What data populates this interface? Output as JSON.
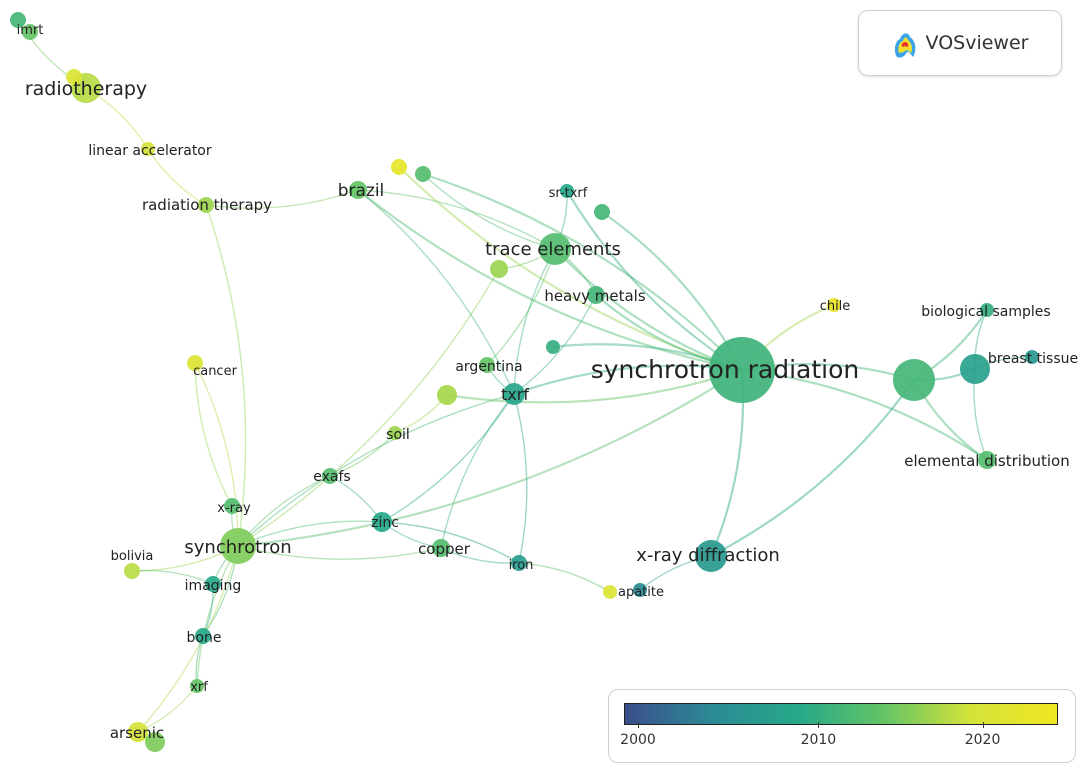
{
  "logo": {
    "text": "VOSviewer",
    "icon": "vosviewer-heatmap-icon"
  },
  "legend": {
    "colors": [
      "#3b4e8c",
      "#2c8a95",
      "#26a889",
      "#64c466",
      "#d4e33a",
      "#f0e621"
    ],
    "ticks": [
      "2000",
      "2010",
      "2020"
    ],
    "tick_values": [
      0.0,
      0.45,
      0.83
    ]
  },
  "nodes": [
    {
      "id": "imrt",
      "label": "imrt",
      "weight": 8,
      "year": 0.5
    },
    {
      "id": "imrt2",
      "label": "",
      "weight": 8,
      "year": 0.6
    },
    {
      "id": "radiotherapy",
      "label": "radiotherapy",
      "weight": 15,
      "year": 0.75
    },
    {
      "id": "radiotherapy2",
      "label": "",
      "weight": 8,
      "year": 0.85
    },
    {
      "id": "linear_accelerator",
      "label": "linear accelerator",
      "weight": 7,
      "year": 0.8
    },
    {
      "id": "radiation_therapy",
      "label": "radiation therapy",
      "weight": 8,
      "year": 0.7
    },
    {
      "id": "brazil",
      "label": "brazil",
      "weight": 9,
      "year": 0.6
    },
    {
      "id": "n_yellow1",
      "label": "",
      "weight": 8,
      "year": 0.92
    },
    {
      "id": "n_teal1",
      "label": "",
      "weight": 8,
      "year": 0.55
    },
    {
      "id": "sr_txrf",
      "label": "sr-txrf",
      "weight": 7,
      "year": 0.4
    },
    {
      "id": "n_teal2",
      "label": "",
      "weight": 8,
      "year": 0.5
    },
    {
      "id": "trace_elements",
      "label": "trace elements",
      "weight": 16,
      "year": 0.55
    },
    {
      "id": "n_green1",
      "label": "",
      "weight": 9,
      "year": 0.7
    },
    {
      "id": "heavy_metals",
      "label": "heavy metals",
      "weight": 9,
      "year": 0.5
    },
    {
      "id": "chile",
      "label": "chile",
      "weight": 7,
      "year": 0.95
    },
    {
      "id": "biological_samples",
      "label": "biological samples",
      "weight": 7,
      "year": 0.45
    },
    {
      "id": "n_teal3",
      "label": "",
      "weight": 7,
      "year": 0.45
    },
    {
      "id": "synchrotron_radiation",
      "label": "synchrotron radiation",
      "weight": 33,
      "year": 0.48
    },
    {
      "id": "sr_big2",
      "label": "",
      "weight": 21,
      "year": 0.5
    },
    {
      "id": "breast_tissue_big",
      "label": "",
      "weight": 15,
      "year": 0.35
    },
    {
      "id": "breast_tissue",
      "label": "breast tissue",
      "weight": 7,
      "year": 0.3
    },
    {
      "id": "argentina",
      "label": "argentina",
      "weight": 8,
      "year": 0.6
    },
    {
      "id": "txrf",
      "label": "txrf",
      "weight": 11,
      "year": 0.38
    },
    {
      "id": "n_green2",
      "label": "",
      "weight": 10,
      "year": 0.72
    },
    {
      "id": "cancer",
      "label": "cancer",
      "weight": 8,
      "year": 0.85
    },
    {
      "id": "soil",
      "label": "soil",
      "weight": 7,
      "year": 0.7
    },
    {
      "id": "exafs",
      "label": "exafs",
      "weight": 8,
      "year": 0.55
    },
    {
      "id": "elemental_distribution",
      "label": "elemental distribution",
      "weight": 9,
      "year": 0.55
    },
    {
      "id": "xray",
      "label": "x-ray",
      "weight": 8,
      "year": 0.55
    },
    {
      "id": "synchrotron",
      "label": "synchrotron",
      "weight": 18,
      "year": 0.65
    },
    {
      "id": "zinc",
      "label": "zinc",
      "weight": 10,
      "year": 0.4
    },
    {
      "id": "copper",
      "label": "copper",
      "weight": 9,
      "year": 0.55
    },
    {
      "id": "iron",
      "label": "iron",
      "weight": 8,
      "year": 0.32
    },
    {
      "id": "xray_diffraction",
      "label": "x-ray diffraction",
      "weight": 16,
      "year": 0.3
    },
    {
      "id": "bolivia",
      "label": "bolivia",
      "weight": 8,
      "year": 0.75
    },
    {
      "id": "imaging",
      "label": "imaging",
      "weight": 8,
      "year": 0.4
    },
    {
      "id": "apatite",
      "label": "apatite",
      "weight": 7,
      "year": 0.85
    },
    {
      "id": "apatite2",
      "label": "",
      "weight": 7,
      "year": 0.2
    },
    {
      "id": "bone",
      "label": "bone",
      "weight": 8,
      "year": 0.4
    },
    {
      "id": "xrf",
      "label": "xrf",
      "weight": 7,
      "year": 0.6
    },
    {
      "id": "arsenic",
      "label": "arsenic",
      "weight": 10,
      "year": 0.8
    },
    {
      "id": "arsenic2",
      "label": "",
      "weight": 10,
      "year": 0.65
    }
  ],
  "links": [
    [
      "imrt",
      "radiotherapy"
    ],
    [
      "radiotherapy",
      "linear_accelerator"
    ],
    [
      "linear_accelerator",
      "radiation_therapy"
    ],
    [
      "radiation_therapy",
      "synchrotron"
    ],
    [
      "radiation_therapy",
      "brazil"
    ],
    [
      "brazil",
      "trace_elements"
    ],
    [
      "brazil",
      "synchrotron_radiation"
    ],
    [
      "brazil",
      "txrf"
    ],
    [
      "n_yellow1",
      "synchrotron_radiation"
    ],
    [
      "n_teal1",
      "synchrotron_radiation"
    ],
    [
      "n_teal1",
      "trace_elements"
    ],
    [
      "sr_txrf",
      "trace_elements"
    ],
    [
      "sr_txrf",
      "synchrotron_radiation"
    ],
    [
      "n_teal2",
      "synchrotron_radiation"
    ],
    [
      "trace_elements",
      "synchrotron_radiation"
    ],
    [
      "trace_elements",
      "heavy_metals"
    ],
    [
      "trace_elements",
      "txrf"
    ],
    [
      "trace_elements",
      "argentina"
    ],
    [
      "heavy_metals",
      "synchrotron_radiation"
    ],
    [
      "heavy_metals",
      "txrf"
    ],
    [
      "chile",
      "synchrotron_radiation"
    ],
    [
      "biological_samples",
      "sr_big2"
    ],
    [
      "biological_samples",
      "breast_tissue_big"
    ],
    [
      "synchrotron_radiation",
      "sr_big2"
    ],
    [
      "sr_big2",
      "breast_tissue_big"
    ],
    [
      "breast_tissue_big",
      "breast_tissue"
    ],
    [
      "sr_big2",
      "elemental_distribution"
    ],
    [
      "synchrotron_radiation",
      "elemental_distribution"
    ],
    [
      "breast_tissue_big",
      "elemental_distribution"
    ],
    [
      "synchrotron_radiation",
      "xray_diffraction"
    ],
    [
      "synchrotron_radiation",
      "txrf"
    ],
    [
      "n_teal3",
      "synchrotron_radiation"
    ],
    [
      "argentina",
      "txrf"
    ],
    [
      "txrf",
      "zinc"
    ],
    [
      "txrf",
      "copper"
    ],
    [
      "txrf",
      "iron"
    ],
    [
      "txrf",
      "synchrotron"
    ],
    [
      "n_green1",
      "synchrotron"
    ],
    [
      "n_green1",
      "trace_elements"
    ],
    [
      "n_green2",
      "soil"
    ],
    [
      "n_green2",
      "synchrotron_radiation"
    ],
    [
      "cancer",
      "synchrotron"
    ],
    [
      "cancer",
      "xray"
    ],
    [
      "soil",
      "exafs"
    ],
    [
      "exafs",
      "synchrotron"
    ],
    [
      "exafs",
      "zinc"
    ],
    [
      "xray",
      "synchrotron"
    ],
    [
      "synchrotron",
      "zinc"
    ],
    [
      "synchrotron",
      "copper"
    ],
    [
      "synchrotron",
      "bolivia"
    ],
    [
      "synchrotron",
      "imaging"
    ],
    [
      "synchrotron",
      "bone"
    ],
    [
      "synchrotron",
      "xrf"
    ],
    [
      "synchrotron",
      "arsenic"
    ],
    [
      "zinc",
      "copper"
    ],
    [
      "zinc",
      "iron"
    ],
    [
      "copper",
      "iron"
    ],
    [
      "iron",
      "apatite"
    ],
    [
      "xray_diffraction",
      "apatite2"
    ],
    [
      "imaging",
      "bone"
    ],
    [
      "bone",
      "xrf"
    ],
    [
      "xrf",
      "arsenic"
    ],
    [
      "arsenic",
      "arsenic2"
    ],
    [
      "bolivia",
      "imaging"
    ],
    [
      "xray_diffraction",
      "sr_big2"
    ],
    [
      "synchrotron_radiation",
      "synchrotron"
    ]
  ]
}
